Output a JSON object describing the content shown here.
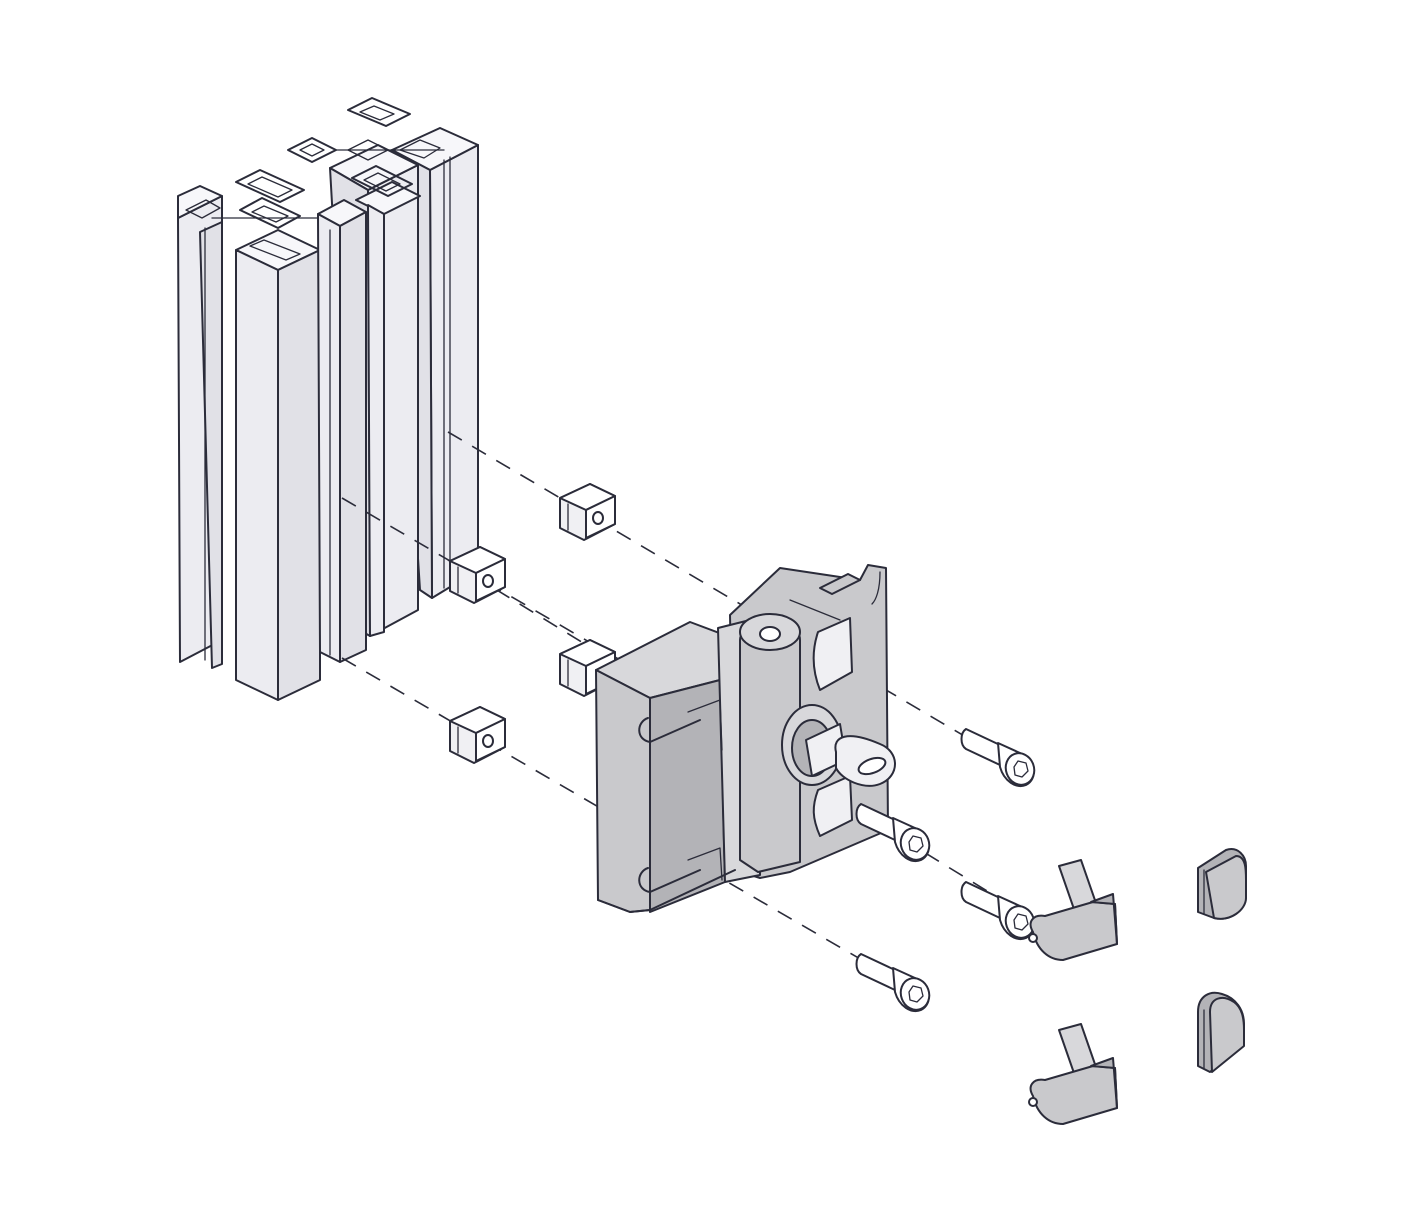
{
  "figure": {
    "type": "exploded-assembly-illustration",
    "background_color": "#ffffff",
    "line_color": "#2b2c3a",
    "part_color": "#c9c9cc",
    "components": [
      {
        "name": "aluminum-profile",
        "count": 4
      },
      {
        "name": "t-slot-nut",
        "count": 4
      },
      {
        "name": "hinge-lock-body",
        "count": 1
      },
      {
        "name": "key",
        "count": 1
      },
      {
        "name": "socket-head-screw",
        "count": 4
      },
      {
        "name": "latch-clip",
        "count": 2
      },
      {
        "name": "end-cap",
        "count": 2
      }
    ]
  }
}
